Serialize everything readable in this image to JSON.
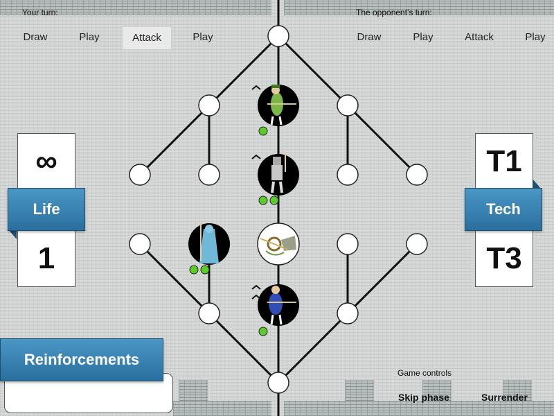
{
  "turns": {
    "player_label": "Your turn:",
    "opponent_label": "The opponent's turn:"
  },
  "player_phases": [
    "Draw",
    "Play",
    "Attack",
    "Play"
  ],
  "opponent_phases": [
    "Draw",
    "Play",
    "Attack",
    "Play"
  ],
  "active_phase": "Attack",
  "left_panel": {
    "top_value": "∞",
    "ribbon_label": "Life",
    "bottom_value": "1"
  },
  "right_panel": {
    "top_value": "T1",
    "ribbon_label": "Tech",
    "bottom_value": "T3"
  },
  "reinforcements_label": "Reinforcements",
  "game_controls": {
    "title": "Game controls",
    "skip_label": "Skip phase",
    "surrender_label": "Surrender"
  },
  "units": [
    {
      "name": "green-archer-unit",
      "dots": 1,
      "chevrons": 1
    },
    {
      "name": "armored-knight-unit",
      "dots": 2,
      "chevrons": 1
    },
    {
      "name": "blue-mage-unit",
      "dots": 2,
      "chevrons": 0
    },
    {
      "name": "ballista-unit",
      "dots": 0,
      "chevrons": 0
    },
    {
      "name": "blue-archer-unit",
      "dots": 1,
      "chevrons": 2
    }
  ],
  "colors": {
    "ribbon": "#3b86b8",
    "active_phase_bg": "#e9e9e9",
    "dot_green": "#5ccc2a"
  }
}
